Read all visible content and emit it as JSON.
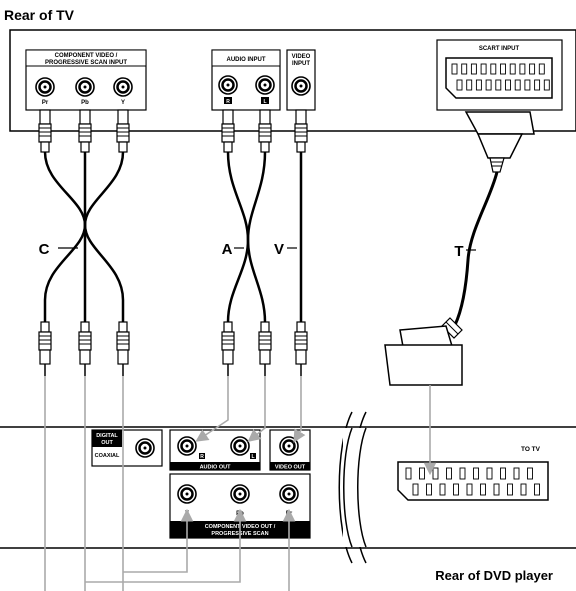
{
  "titles": {
    "tv": "Rear of TV",
    "dvd": "Rear of DVD player"
  },
  "tv_panel": {
    "component_label_1": "COMPONENT VIDEO /",
    "component_label_2": "PROGRESSIVE SCAN INPUT",
    "jack_pr": "Pr",
    "jack_pb": "Pb",
    "jack_y": "Y",
    "audio_label": "AUDIO INPUT",
    "audio_r": "R",
    "audio_l": "L",
    "video_label_1": "VIDEO",
    "video_label_2": "INPUT",
    "scart_label": "SCART INPUT"
  },
  "dvd_panel": {
    "digital_1": "DIGITAL",
    "digital_2": "OUT",
    "coaxial": "COAXIAL",
    "audio_out": "AUDIO OUT",
    "audio_r": "R",
    "audio_l": "L",
    "video_out": "VIDEO OUT",
    "component_1": "COMPONENT VIDEO OUT /",
    "component_2": "PROGRESSIVE SCAN",
    "jack_y": "Y",
    "jack_pb": "Pb",
    "jack_pr": "Pr",
    "to_tv": "TO TV"
  },
  "cables": {
    "c": "C",
    "a": "A",
    "v": "V",
    "t": "T"
  }
}
